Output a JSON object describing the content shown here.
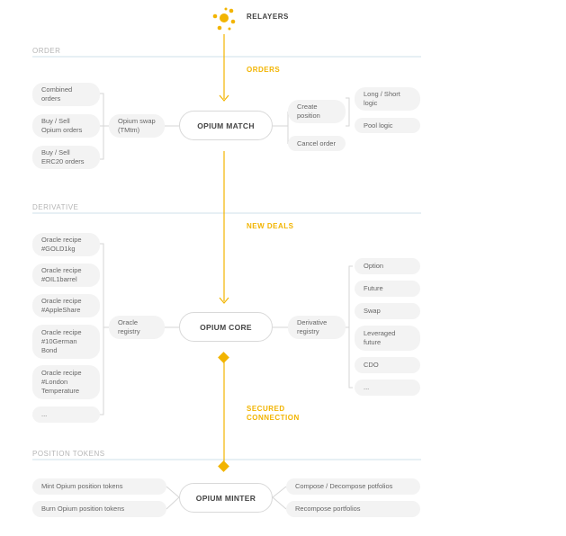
{
  "header": {
    "title": "RELAYERS"
  },
  "sections": {
    "order": "ORDER",
    "derivative": "DERIVATIVE",
    "position_tokens": "POSITION TOKENS"
  },
  "flows": {
    "orders": "ORDERS",
    "new_deals": "NEW DEALS",
    "secured_connection": "SECURED\nCONNECTION"
  },
  "nodes": {
    "match": "OPIUM MATCH",
    "core": "OPIUM CORE",
    "minter": "OPIUM MINTER"
  },
  "order": {
    "left": [
      "Combined\norders",
      "Buy / Sell\nOpium orders",
      "Buy / Sell\nERC20 orders"
    ],
    "swap": "Opium swap\n(TMtm)",
    "create": "Create\nposition",
    "cancel": "Cancel order",
    "right": [
      "Long / Short\nlogic",
      "Pool logic"
    ]
  },
  "derivative": {
    "left": [
      "Oracle recipe\n#GOLD1kg",
      "Oracle recipe\n#OIL1barrel",
      "Oracle recipe\n#AppleShare",
      "Oracle recipe\n#10German\nBond",
      "Oracle recipe\n#London\nTemperature",
      "..."
    ],
    "oracle_registry": "Oracle\nregistry",
    "derivative_registry": "Derivative\nregistry",
    "right": [
      "Option",
      "Future",
      "Swap",
      "Leveraged\nfuture",
      "CDO",
      "..."
    ]
  },
  "tokens": {
    "left": [
      "Mint Opium position tokens",
      "Burn Opium position tokens"
    ],
    "right": [
      "Compose / Decompose potfolios",
      "Recompose portfolios"
    ]
  },
  "colors": {
    "accent": "#f2b400",
    "pill": "#f3f3f3",
    "line": "#d0d0d0",
    "section_rule": "#cfe0ea"
  }
}
